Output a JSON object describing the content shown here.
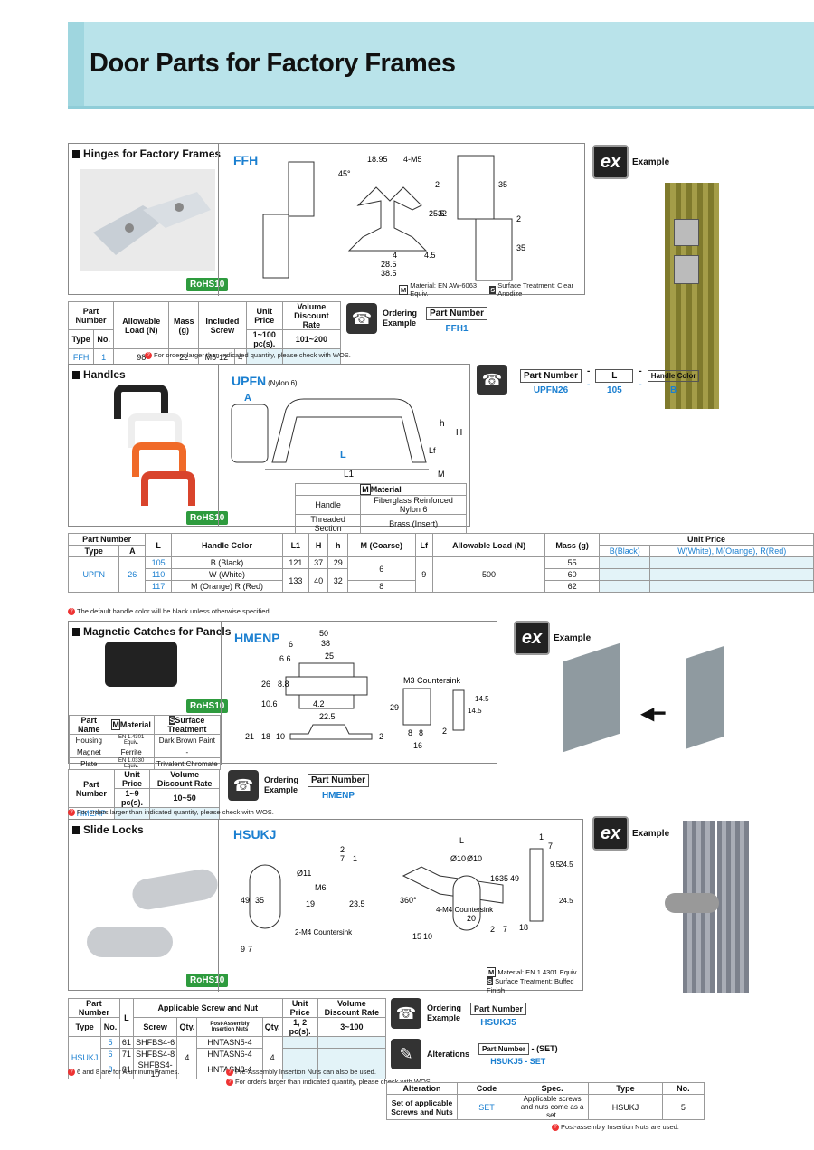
{
  "page": {
    "title": "Door Parts for Factory Frames"
  },
  "hinges": {
    "title": "Hinges for Factory Frames",
    "code": "FFH",
    "rohs": "RoHS10",
    "dims": [
      "18.95",
      "4-M5",
      "45°",
      "2",
      "25.5",
      "32",
      "4",
      "28.5",
      "38.5",
      "4.5",
      "35",
      "2",
      "35"
    ],
    "material": "Material: EN AW-6063 Equiv.",
    "surface": "Surface Treatment: Clear Anodize",
    "mat_badge": "M",
    "surf_badge": "S",
    "table": {
      "h_part": "Part Number",
      "h_type": "Type",
      "h_no": "No.",
      "h_load": "Allowable Load (N)",
      "h_mass": "Mass (g)",
      "h_screw": "Included Screw",
      "h_price": "Unit Price",
      "h_qty": "1~100 pc(s).",
      "h_vdr": "Volume Discount Rate",
      "h_vdq": "101~200",
      "row": {
        "type": "FFH",
        "no": "1",
        "load": "98",
        "mass": "22",
        "screw": "M5-12",
        "qty": "4"
      }
    },
    "note": "For orders larger than indicated quantity, please check with WOS.",
    "example": "Example",
    "ex": "ex",
    "ordering": {
      "label1": "Ordering",
      "label2": "Example",
      "pn": "Part Number",
      "value": "FFH1"
    }
  },
  "handles": {
    "title": "Handles",
    "code": "UPFN",
    "material_note": "(Nylon 6)",
    "rohs": "RoHS10",
    "dims": [
      "A",
      "L",
      "L1",
      "H",
      "h",
      "Lf",
      "M"
    ],
    "material_title": "Material",
    "mat_badge": "M",
    "materials": [
      {
        "part": "Handle",
        "mat": "Fiberglass Reinforced Nylon 6"
      },
      {
        "part": "Threaded Section",
        "mat": "Brass (Insert)"
      }
    ],
    "ordering": {
      "pn": "Part Number",
      "l": "L",
      "color": "Handle Color",
      "sep": "-",
      "v1": "UPFN26",
      "v2": "105",
      "v3": "B"
    },
    "table": {
      "h_part": "Part Number",
      "h_type": "Type",
      "h_a": "A",
      "h_l": "L",
      "h_color": "Handle Color",
      "h_l1": "L1",
      "h_H": "H",
      "h_h": "h",
      "h_m": "M (Coarse)",
      "h_lf": "Lf",
      "h_load": "Allowable Load (N)",
      "h_mass": "Mass (g)",
      "h_price": "Unit Price",
      "price_cols": [
        "B(Black)",
        "W(White), M(Orange), R(Red)"
      ],
      "type": "UPFN",
      "a": "26",
      "rows": [
        {
          "l": "105",
          "color": "B (Black)",
          "mass": "55"
        },
        {
          "l": "110",
          "color": "W (White)",
          "mass": "60"
        },
        {
          "l": "117",
          "color": "M (Orange)",
          "mass": "62"
        }
      ],
      "color_extra": "R (Red)",
      "l1": [
        "121",
        "133"
      ],
      "H": [
        "37",
        "40"
      ],
      "h": [
        "29",
        "32"
      ],
      "m": [
        "6",
        "8"
      ],
      "lf": "9",
      "load": "500"
    },
    "note": "The default handle color will be black unless otherwise specified."
  },
  "magnetic": {
    "title": "Magnetic Catches for Panels",
    "code": "HMENP",
    "rohs": "RoHS10",
    "dims": [
      "50",
      "38",
      "25",
      "6",
      "6.6",
      "26",
      "8.8",
      "10.6",
      "4.2",
      "M3 Countersink",
      "29",
      "14.5",
      "14.5",
      "22.5",
      "21",
      "18",
      "10",
      "2",
      "8",
      "8",
      "16",
      "2"
    ],
    "mat_table": {
      "h_name": "Part Name",
      "h_mat": "Material",
      "h_surf": "Surface Treatment",
      "mat_badge": "M",
      "surf_badge": "S",
      "rows": [
        {
          "n": "Housing",
          "m": "EN 1.4301 Equiv.",
          "s": "Dark Brown Paint"
        },
        {
          "n": "Magnet",
          "m": "Ferrite",
          "s": "-"
        },
        {
          "n": "Plate",
          "m": "EN 1.0330 Equiv.",
          "s": "Trivalent Chromate"
        }
      ]
    },
    "price": {
      "h_part": "Part Number",
      "h_price": "Unit Price",
      "h_qty": "1~9 pc(s).",
      "h_vdr": "Volume Discount Rate",
      "h_vdq": "10~50",
      "row": "HMENP"
    },
    "note": "For orders larger than indicated quantity, please check with WOS.",
    "example": "Example",
    "ex": "ex",
    "ordering": {
      "label1": "Ordering",
      "label2": "Example",
      "pn": "Part Number",
      "value": "HMENP"
    }
  },
  "slide": {
    "title": "Slide Locks",
    "code": "HSUKJ",
    "rohs": "RoHS10",
    "dims": [
      "Ø11",
      "49",
      "35",
      "M6",
      "19",
      "23.5",
      "2",
      "7",
      "1",
      "2-M4 Countersink",
      "9",
      "7",
      "L",
      "Ø10",
      "Ø10",
      "16",
      "35",
      "49",
      "20",
      "4-M4 Countersink",
      "360°",
      "15",
      "10",
      "2",
      "7",
      "1",
      "7",
      "9.5",
      "24.5",
      "24.5",
      "18"
    ],
    "material": "Material: EN 1.4301 Equiv.",
    "surface": "Surface Treatment: Buffed Finish",
    "mat_badge": "M",
    "surf_badge": "S",
    "table": {
      "h_part": "Part Number",
      "h_type": "Type",
      "h_no": "No.",
      "h_l": "L",
      "h_asn": "Applicable Screw and Nut",
      "h_screw": "Screw",
      "h_qty": "Qty.",
      "h_nut": "Post-Assembly Insertion Nuts",
      "h_qty2": "Qty.",
      "h_price": "Unit Price",
      "h_pq": "1, 2 pc(s).",
      "h_vdr": "Volume Discount Rate",
      "h_vdq": "3~100",
      "type": "HSUKJ",
      "qty": "4",
      "qty2": "4",
      "rows": [
        {
          "no": "5",
          "l": "61",
          "screw": "SHFBS4-6",
          "nut": "HNTASN5-4"
        },
        {
          "no": "6",
          "l": "71",
          "screw": "SHFBS4-8",
          "nut": "HNTASN6-4"
        },
        {
          "no": "8",
          "l": "81",
          "screw": "SHFBS4-10",
          "nut": "HNTASN8-4"
        }
      ]
    },
    "notes": [
      "6 and 8 are for Aluminum Frames.",
      "Pre-Assembly Insertion Nuts can also be used.",
      "For orders larger than indicated quantity, please check with WOS."
    ],
    "example": "Example",
    "ex": "ex",
    "ordering": {
      "label1": "Ordering",
      "label2": "Example",
      "pn": "Part Number",
      "value": "HSUKJ5"
    },
    "alterations": {
      "label": "Alterations",
      "pn": "Part Number",
      "set": "(SET)",
      "v1": "HSUKJ5",
      "sep": "-",
      "v2": "SET",
      "h": [
        "Alteration",
        "Code",
        "Spec.",
        "Type",
        "No."
      ],
      "row": {
        "alt": "Set of applicable Screws and Nuts",
        "code": "SET",
        "spec": "Applicable screws and nuts come as a set.",
        "type": "HSUKJ",
        "no": "5"
      },
      "note": "Post-assembly Insertion Nuts are used."
    }
  }
}
